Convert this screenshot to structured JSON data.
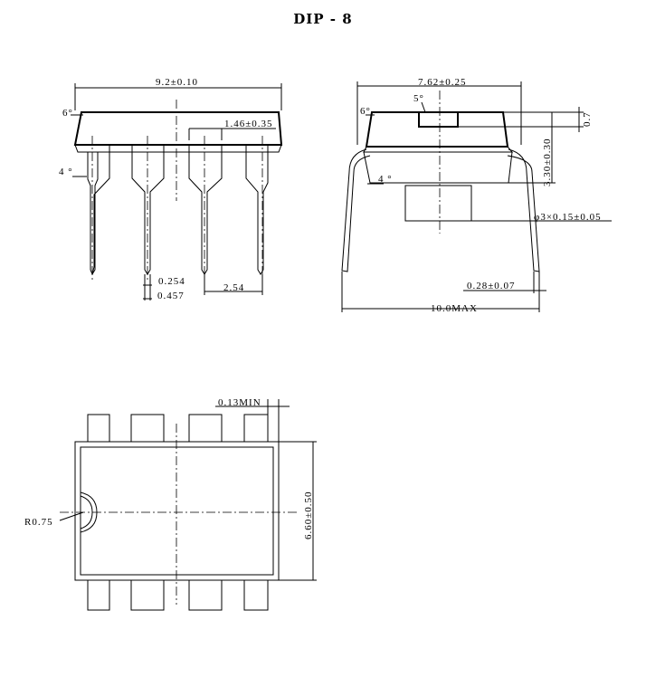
{
  "title": "DIP - 8",
  "front_view": {
    "body_length": "9.2±0.10",
    "draft_angle_top": "6°",
    "draft_angle_side": "4 °",
    "lead_shoulder_width": "1.46±0.35",
    "lead_tip_width": "0.254",
    "lead_width": "0.457",
    "pitch": "2.54"
  },
  "side_view": {
    "row_spacing": "7.62±0.25",
    "top_angle": "5°",
    "draft_angle_top": "6°",
    "draft_angle_side": "4 °",
    "standoff": "0.7",
    "body_thickness": "3.30±0.30",
    "pin1_mark": "φ3×0.15±0.05",
    "lead_thickness": "0.28±0.07",
    "overall_width": "10.0MAX"
  },
  "top_view": {
    "lead_protrusion": "0.13MIN",
    "notch_radius": "R0.75",
    "body_width": "6.60±0.50"
  }
}
